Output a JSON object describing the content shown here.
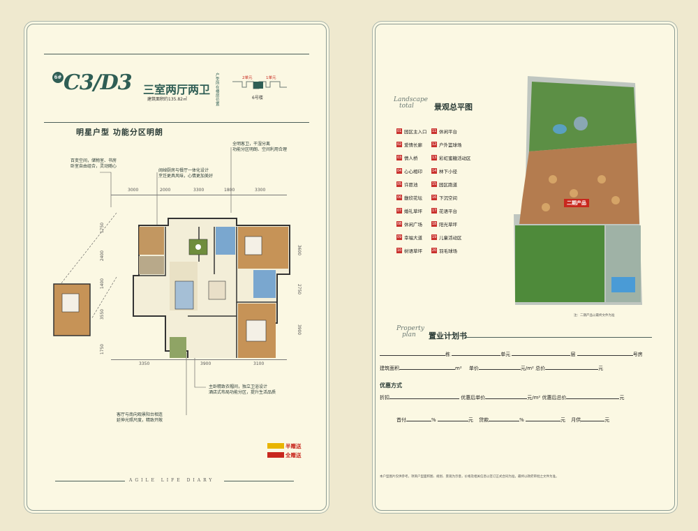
{
  "left": {
    "building_tag": "6#",
    "unit_code": "C3/D3",
    "layout_title": "三室两厅两卫",
    "area_text": "建筑面积约135.82㎡",
    "vertical_label": "户型所在楼层位置",
    "unit_labels": [
      "2单元",
      "1单元"
    ],
    "building_label": "6号楼",
    "headline": "明星户型 功能分区明朗",
    "notes": {
      "flexible": [
        "百变空间，储物室、书房",
        "卧室自由组合，灵动随心"
      ],
      "kitchen": [
        "阔绰厨房与餐厅一体化设计",
        "烹饪更具风味，心情更加美好"
      ],
      "bathroom": [
        "全明客卫，干湿分离",
        "功能分区明朗、空间利用合理"
      ],
      "master": [
        "主卧精致衣帽间，独立卫浴设计",
        "酒店式布局功能分区，提升生活品质"
      ],
      "living": [
        "客厅与南向观景阳台相连",
        "延伸光照尺度，精致开敞"
      ]
    },
    "dims_top": [
      "3000",
      "2000",
      "3300",
      "1800",
      "3300"
    ],
    "dims_bottom": [
      "3350",
      "3900",
      "3100"
    ],
    "dims_left": [
      "1750",
      "2400",
      "1400",
      "3550",
      "1750"
    ],
    "dims_right": [
      "3600",
      "2750",
      "3900"
    ],
    "legend": [
      {
        "label": "半赠送",
        "color": "#e8b400"
      },
      {
        "label": "全赠送",
        "color": "#c8281e"
      }
    ],
    "footer": "AGILE LIFE DIARY"
  },
  "right": {
    "landscape_en": [
      "Landscape",
      "total"
    ],
    "landscape_title": "景观总平图",
    "legend_col1": [
      {
        "n": "01",
        "label": "园区主入口"
      },
      {
        "n": "02",
        "label": "爱情长廊"
      },
      {
        "n": "03",
        "label": "情人桥"
      },
      {
        "n": "04",
        "label": "心心相印"
      },
      {
        "n": "05",
        "label": "许愿池"
      },
      {
        "n": "06",
        "label": "馥欣花坛"
      },
      {
        "n": "07",
        "label": "婚礼草坪"
      },
      {
        "n": "08",
        "label": "休闲广场"
      },
      {
        "n": "09",
        "label": "幸福大道"
      },
      {
        "n": "10",
        "label": "树语草坪"
      }
    ],
    "legend_col2": [
      {
        "n": "11",
        "label": "休闲平台"
      },
      {
        "n": "12",
        "label": "户外篮球场"
      },
      {
        "n": "13",
        "label": "彩虹蜜糖活动区"
      },
      {
        "n": "14",
        "label": "林下小径"
      },
      {
        "n": "15",
        "label": "园区跑道"
      },
      {
        "n": "16",
        "label": "下沉空间"
      },
      {
        "n": "17",
        "label": "花语平台"
      },
      {
        "n": "18",
        "label": "阳光草坪"
      },
      {
        "n": "19",
        "label": "儿童活动区"
      },
      {
        "n": "20",
        "label": "羽毛球场"
      }
    ],
    "map_label": "二期产品",
    "map_note": "注：二期产品以最终文件为准",
    "plan_en": [
      "Property",
      "plan"
    ],
    "plan_title": "置业计划书",
    "form": {
      "row1": [
        "栋",
        "单元",
        "层",
        "号房"
      ],
      "row2": [
        "建筑面积",
        "m²",
        "单价",
        "元/m²",
        "总价",
        "元"
      ],
      "discount_title": "优惠方式",
      "row3": [
        "折扣",
        "优惠后单价",
        "元/m²",
        "优惠后总价",
        "元"
      ],
      "row4": [
        "首付",
        "%",
        "元",
        "贷款",
        "%",
        "元",
        "月供",
        "元"
      ]
    },
    "disclaimer": "本户型图片仅供参考，项目户型面积图、规划、景观为示意，价格及相关信息以签订正式合同为准，最终以政府审批之文件为准。"
  }
}
